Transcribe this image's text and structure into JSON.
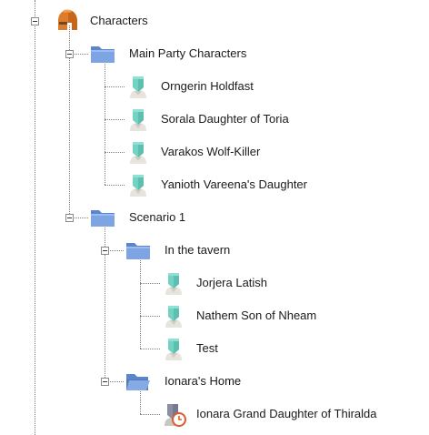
{
  "tree": {
    "root": {
      "label": "Characters",
      "icon": "spartan-helmet-icon",
      "groups": [
        {
          "label": "Main Party Characters",
          "icon": "folder-icon",
          "items": [
            {
              "label": "Orngerin Holdfast",
              "icon": "character-icon"
            },
            {
              "label": "Sorala Daughter of Toria",
              "icon": "character-icon"
            },
            {
              "label": "Varakos Wolf-Killer",
              "icon": "character-icon"
            },
            {
              "label": "Yanioth Vareena's Daughter",
              "icon": "character-icon"
            }
          ]
        },
        {
          "label": "Scenario 1",
          "icon": "folder-icon",
          "subgroups": [
            {
              "label": "In the tavern",
              "icon": "folder-icon",
              "items": [
                {
                  "label": "Jorjera Latish",
                  "icon": "character-icon"
                },
                {
                  "label": "Nathem Son of Nheam",
                  "icon": "character-icon"
                },
                {
                  "label": "Test",
                  "icon": "character-icon"
                }
              ]
            },
            {
              "label": "Ionara's Home",
              "icon": "folder-open-icon",
              "items": [
                {
                  "label": "Ionara Grand Daughter of Thiralda",
                  "icon": "character-clock-icon"
                }
              ]
            }
          ]
        }
      ]
    },
    "colors": {
      "folder": "#6f96d6",
      "character_teal": "#7fd8c8",
      "helmet_orange": "#e07b2a",
      "clock_badge": "#e05a2a"
    }
  }
}
